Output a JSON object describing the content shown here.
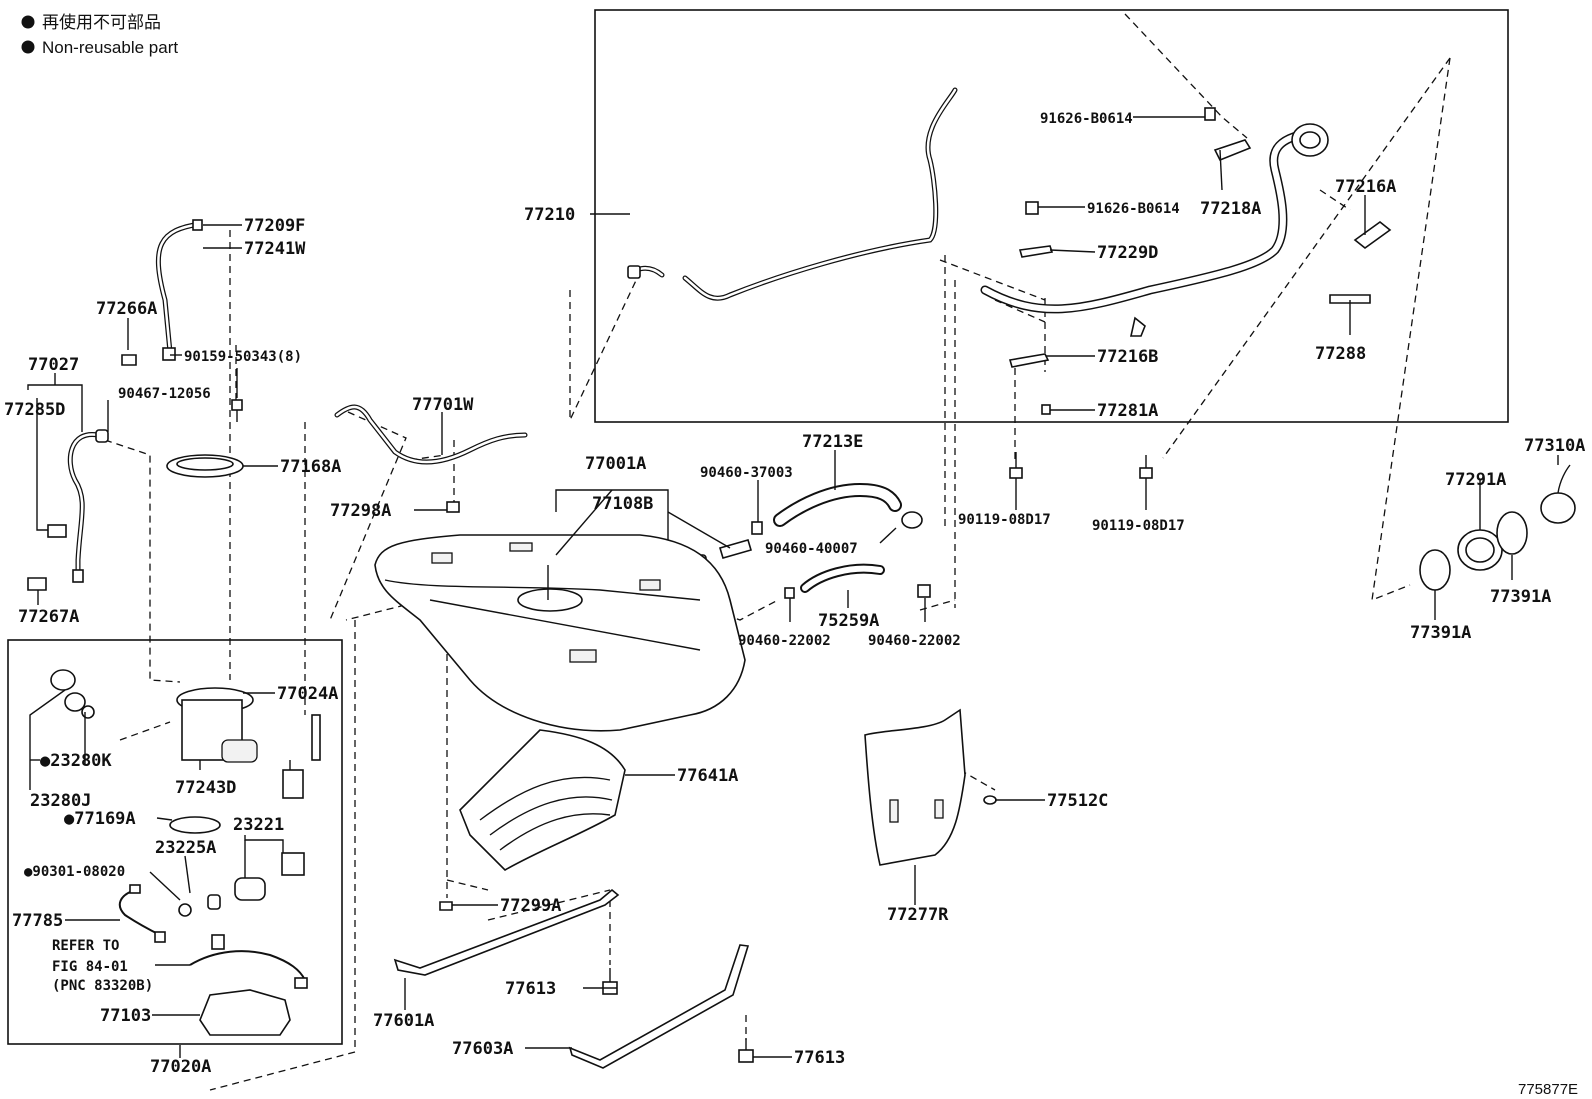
{
  "legend": {
    "bullet": "●",
    "line1": "再使用不可部品",
    "line2": "Non-reusable part"
  },
  "figure_id": "775877E",
  "labels": {
    "l77209F": "77209F",
    "l77241W": "77241W",
    "l77266A": "77266A",
    "l77027": "77027",
    "l77285D": "77285D",
    "l90159": "90159-50343(8)",
    "l90467": "90467-12056",
    "l77168A": "77168A",
    "l77267A": "77267A",
    "l77701W": "77701W",
    "l77298A": "77298A",
    "l77210": "77210",
    "l91626a": "91626-B0614",
    "l91626b": "91626-B0614",
    "l77218A": "77218A",
    "l77216A": "77216A",
    "l77229D": "77229D",
    "l77216B": "77216B",
    "l77288": "77288",
    "l77281A": "77281A",
    "l77213E": "77213E",
    "l90460_37003": "90460-37003",
    "l77001A": "77001A",
    "l77108B": "77108B",
    "l90460_40007": "90460-40007",
    "l90119a": "90119-08D17",
    "l90119b": "90119-08D17",
    "l75259A": "75259A",
    "l90460_22002a": "90460-22002",
    "l90460_22002b": "90460-22002",
    "l77310A": "77310A",
    "l77291A": "77291A",
    "l77391Aa": "77391A",
    "l77391Ab": "77391A",
    "l77024A": "77024A",
    "l23280K": "●23280K",
    "l23280J": "23280J",
    "l77243D": "77243D",
    "l77169A": "●77169A",
    "l23221": "23221",
    "l23225A": "23225A",
    "l90301": "●90301-08020",
    "l77785": "77785",
    "refer1": "REFER TO",
    "refer2": "FIG 84-01",
    "refer3": "(PNC 83320B)",
    "l77103": "77103",
    "l77020A": "77020A",
    "l77641A": "77641A",
    "l77512C": "77512C",
    "l77277R": "77277R",
    "l77299A": "77299A",
    "l77613a": "77613",
    "l77613b": "77613",
    "l77601A": "77601A",
    "l77603A": "77603A"
  }
}
